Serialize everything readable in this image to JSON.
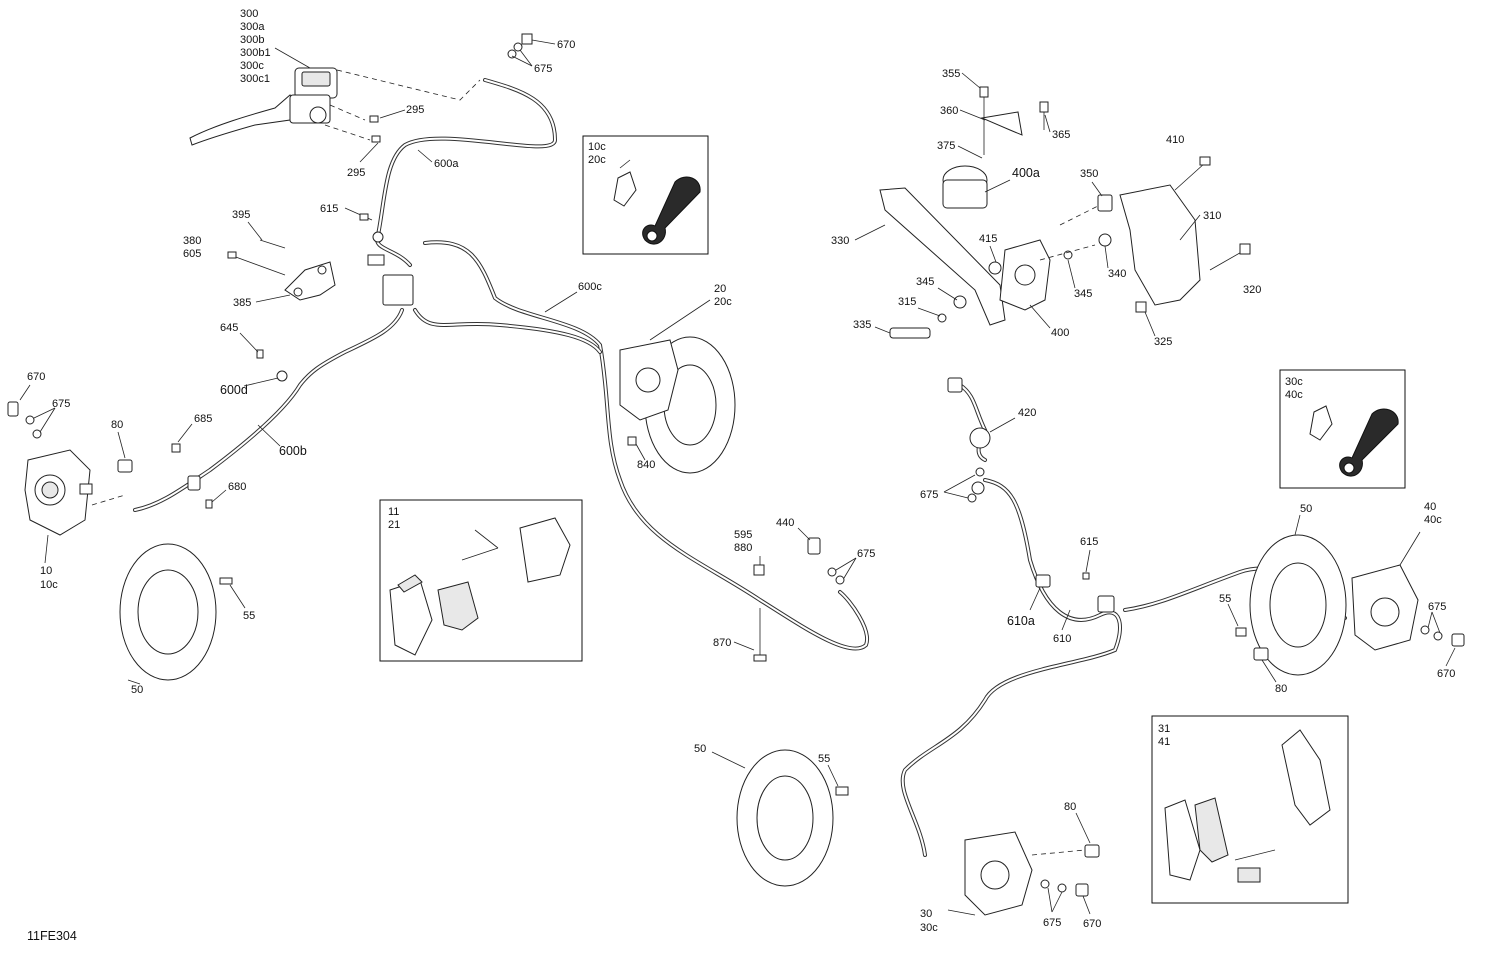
{
  "diagram_code": "11FE304",
  "labels": {
    "master_cyl": [
      "300",
      "300a",
      "300b",
      "300b1",
      "300c",
      "300c1"
    ],
    "l295a": "295",
    "l295b": "295",
    "l670_top": "670",
    "l675_top": "675",
    "l600a": "600a",
    "l615_left": "615",
    "l395": "395",
    "l380": "380",
    "l605": "605",
    "l385": "385",
    "l645": "645",
    "l600d": "600d",
    "l600b": "600b",
    "l600c": "600c",
    "l685": "685",
    "l680": "680",
    "l670_left": "670",
    "l675_left": "675",
    "l80_left": "80",
    "l10": "10",
    "l10c": "10c",
    "l55_left": "55",
    "l50_left": "50",
    "l20": "20",
    "l20c": "20c",
    "l840": "840",
    "l595": "595",
    "l880": "880",
    "l440": "440",
    "l675_mid": "675",
    "l870": "870",
    "l50_mid": "50",
    "l55_mid": "55",
    "l355": "355",
    "l360": "360",
    "l365": "365",
    "l375": "375",
    "l400a": "400a",
    "l350": "350",
    "l410": "410",
    "l330": "330",
    "l310": "310",
    "l415": "415",
    "l345a": "345",
    "l315": "315",
    "l335": "335",
    "l340": "340",
    "l345b": "345",
    "l320": "320",
    "l400": "400",
    "l325": "325",
    "l420": "420",
    "l675_right": "675",
    "l615_right": "615",
    "l610a": "610a",
    "l610": "610",
    "l50_right": "50",
    "l40": "40",
    "l40c": "40c",
    "l55_right": "55",
    "l675_r2": "675",
    "l80_right": "80",
    "l670_r2": "670",
    "l80_bottom": "80",
    "l30": "30",
    "l30c": "30c",
    "l675_bottom": "675",
    "l670_bottom": "670"
  },
  "insets": {
    "bleed_front": [
      "10c",
      "20c"
    ],
    "pads_front": [
      "11",
      "21"
    ],
    "bleed_rear": [
      "30c",
      "40c"
    ],
    "pads_rear": [
      "31",
      "41"
    ]
  }
}
